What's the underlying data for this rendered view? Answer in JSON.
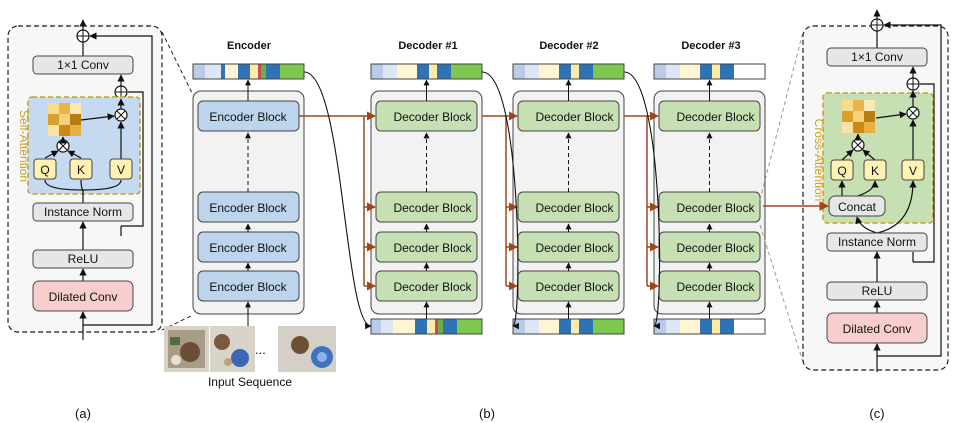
{
  "panel_a": {
    "conv_1x1": "1×1 Conv",
    "side_label": "Self-Attention",
    "q": "Q",
    "k": "K",
    "v": "V",
    "instance_norm": "Instance Norm",
    "relu": "ReLU",
    "dilated_conv": "Dilated Conv",
    "caption": "(a)"
  },
  "panel_b": {
    "encoder_title": "Encoder",
    "encoder_block": "Encoder Block",
    "decoder_titles": [
      "Decoder #1",
      "Decoder #2",
      "Decoder #3"
    ],
    "decoder_block": "Decoder Block",
    "ellipsis": "...",
    "input_caption": "Input Sequence",
    "caption": "(b)"
  },
  "panel_c": {
    "conv_1x1": "1×1 Conv",
    "side_label": "Cross-Attention",
    "q": "Q",
    "k": "K",
    "v": "V",
    "concat": "Concat",
    "instance_norm": "Instance Norm",
    "relu": "ReLU",
    "dilated_conv": "Dilated Conv",
    "caption": "(c)"
  },
  "colors": {
    "encoder_block": "#bcd4ec",
    "decoder_block": "#c6e0b4",
    "dilated_conv": "#f8cecc",
    "qkv": "#fff2b3",
    "attention_border": "#c9a227",
    "residual_arrow": "#a0461a"
  }
}
